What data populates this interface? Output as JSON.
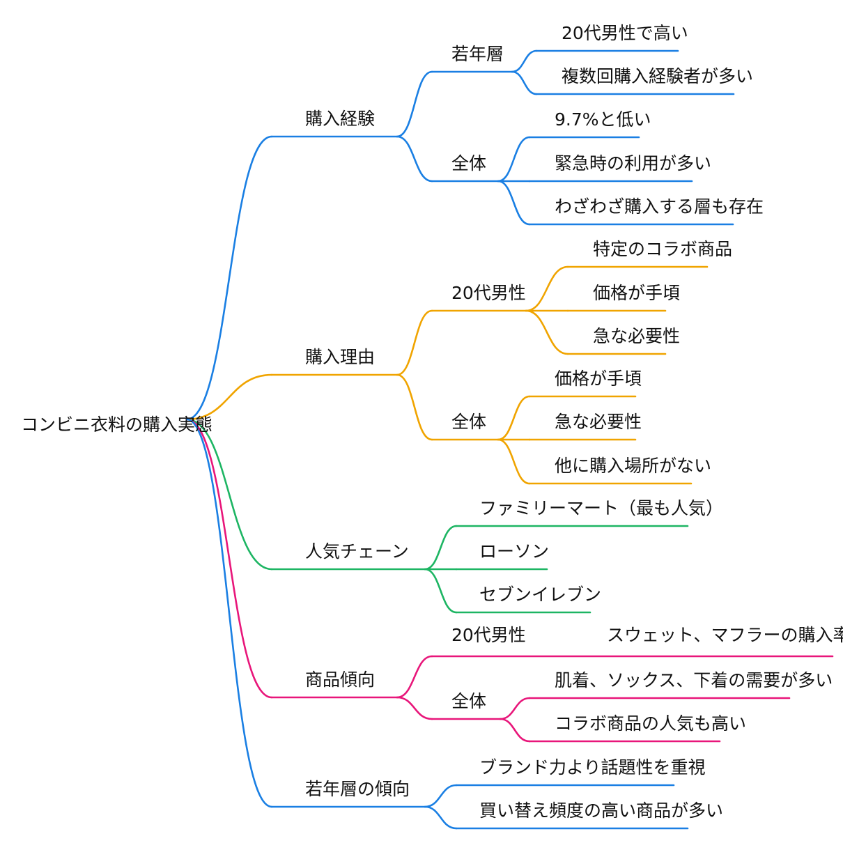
{
  "colors": {
    "branch_purchase_experience": "#1a7fe3",
    "branch_purchase_reasons": "#f0a400",
    "branch_popular_chains": "#1db563",
    "branch_product_trends": "#e8167a",
    "branch_youth_trends": "#1a7fe3",
    "text": "#111111",
    "background": "#ffffff"
  },
  "root": {
    "label": "コンビニ衣料の購入実態"
  },
  "branches": [
    {
      "label": "購入経験",
      "children": [
        {
          "label": "若年層",
          "children": [
            {
              "label": "20代男性で高い"
            },
            {
              "label": "複数回購入経験者が多い"
            }
          ]
        },
        {
          "label": "全体",
          "children": [
            {
              "label": "9.7%と低い"
            },
            {
              "label": "緊急時の利用が多い"
            },
            {
              "label": "わざわざ購入する層も存在"
            }
          ]
        }
      ]
    },
    {
      "label": "購入理由",
      "children": [
        {
          "label": "20代男性",
          "children": [
            {
              "label": "特定のコラボ商品"
            },
            {
              "label": "価格が手頃"
            },
            {
              "label": "急な必要性"
            }
          ]
        },
        {
          "label": "全体",
          "children": [
            {
              "label": "価格が手頃"
            },
            {
              "label": "急な必要性"
            },
            {
              "label": "他に購入場所がない"
            }
          ]
        }
      ]
    },
    {
      "label": "人気チェーン",
      "children": [
        {
          "label": "ファミリーマート（最も人気）"
        },
        {
          "label": "ローソン"
        },
        {
          "label": "セブンイレブン"
        }
      ]
    },
    {
      "label": "商品傾向",
      "children": [
        {
          "label": "20代男性",
          "children": [
            {
              "label": "スウェット、マフラーの購入率が高い"
            }
          ]
        },
        {
          "label": "全体",
          "children": [
            {
              "label": "肌着、ソックス、下着の需要が多い"
            },
            {
              "label": "コラボ商品の人気も高い"
            }
          ]
        }
      ]
    },
    {
      "label": "若年層の傾向",
      "children": [
        {
          "label": "ブランド力より話題性を重視"
        },
        {
          "label": "買い替え頻度の高い商品が多い"
        }
      ]
    }
  ]
}
